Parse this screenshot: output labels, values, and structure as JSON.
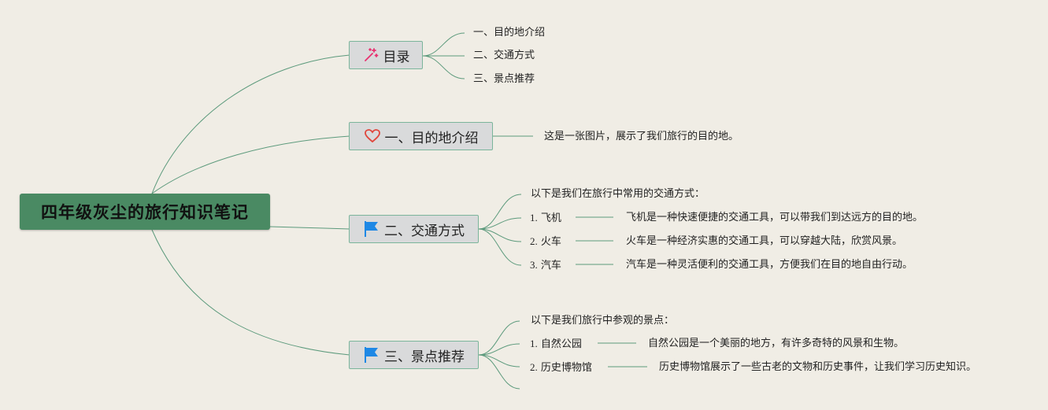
{
  "root": {
    "title": "四年级灰尘的旅行知识笔记"
  },
  "topics": {
    "toc": {
      "label": "目录",
      "items": [
        "一、目的地介绍",
        "二、交通方式",
        "三、景点推荐"
      ]
    },
    "destination": {
      "label": "一、目的地介绍",
      "detail": "这是一张图片，展示了我们旅行的目的地。"
    },
    "transport": {
      "label": "二、交通方式",
      "intro": "以下是我们在旅行中常用的交通方式：",
      "items": [
        {
          "num": "1.",
          "name": "飞机",
          "desc": "飞机是一种快速便捷的交通工具，可以带我们到达远方的目的地。"
        },
        {
          "num": "2.",
          "name": "火车",
          "desc": "火车是一种经济实惠的交通工具，可以穿越大陆，欣赏风景。"
        },
        {
          "num": "3.",
          "name": "汽车",
          "desc": "汽车是一种灵活便利的交通工具，方便我们在目的地自由行动。"
        }
      ]
    },
    "attractions": {
      "label": "三、景点推荐",
      "intro": "以下是我们旅行中参观的景点：",
      "items": [
        {
          "num": "1.",
          "name": "自然公园",
          "desc": "自然公园是一个美丽的地方，有许多奇特的风景和生物。"
        },
        {
          "num": "2.",
          "name": "历史博物馆",
          "desc": "历史博物馆展示了一些古老的文物和历史事件，让我们学习历史知识。"
        }
      ]
    }
  },
  "colors": {
    "line": "#5c9a7c",
    "root_bg": "#4a8a63",
    "topic_bg": "#d9dadb",
    "flag": "#1e88e5",
    "heart": "#e0463c",
    "sparkle": "#e8316f"
  },
  "icons": {
    "toc": "sparkle-icon",
    "destination": "heart-icon",
    "transport": "flag-icon",
    "attractions": "flag-icon"
  }
}
